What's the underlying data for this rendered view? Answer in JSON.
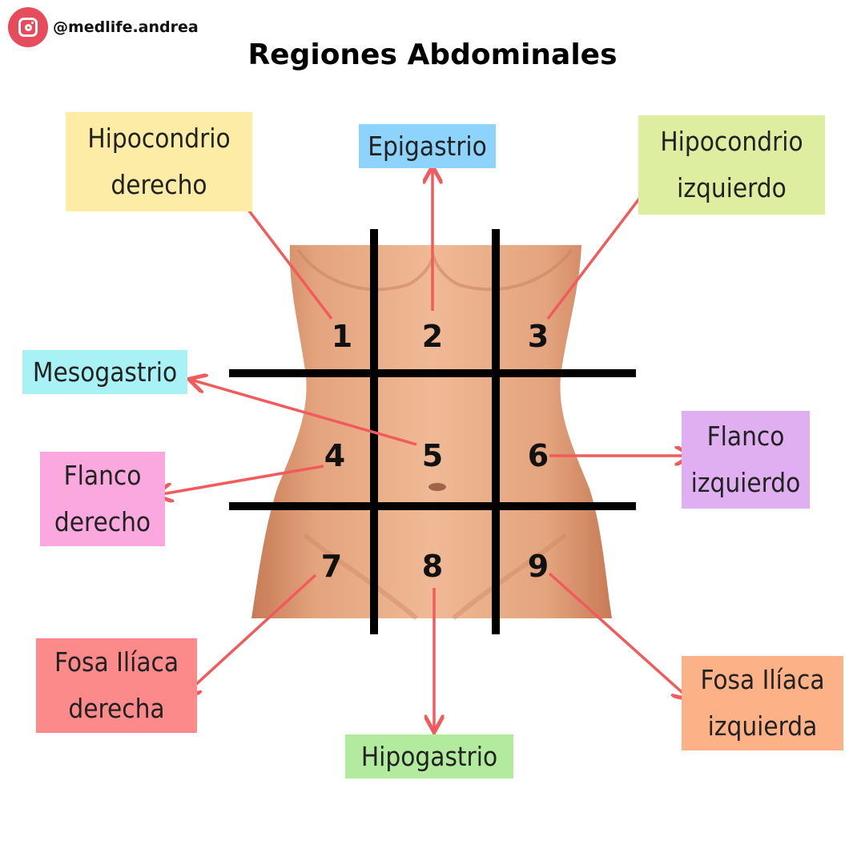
{
  "handle": "@medlife.andrea",
  "title": "Regiones Abdominales",
  "colors": {
    "arrow": "#f15b5b",
    "grid": "#000000",
    "skin": "#e6a882"
  },
  "regions": [
    {
      "number": "1",
      "line1": "Hipocondrio",
      "line2": "derecho",
      "color": "#fdeca6"
    },
    {
      "number": "2",
      "line1": "Epigastrio",
      "line2": "",
      "color": "#8dd3fc"
    },
    {
      "number": "3",
      "line1": "Hipocondrio",
      "line2": "izquierdo",
      "color": "#deeea0"
    },
    {
      "number": "4",
      "line1": "Flanco",
      "line2": "derecho",
      "color": "#fba8de"
    },
    {
      "number": "5",
      "line1": "Mesogastrio",
      "line2": "",
      "color": "#a8f1f4"
    },
    {
      "number": "6",
      "line1": "Flanco",
      "line2": "izquierdo",
      "color": "#dfaff2"
    },
    {
      "number": "7",
      "line1": "Fosa Ilíaca",
      "line2": "derecha",
      "color": "#fc8a8a"
    },
    {
      "number": "8",
      "line1": "Hipogastrio",
      "line2": "",
      "color": "#b3eb9e"
    },
    {
      "number": "9",
      "line1": "Fosa Ilíaca",
      "line2": "izquierda",
      "color": "#fdb187"
    }
  ]
}
